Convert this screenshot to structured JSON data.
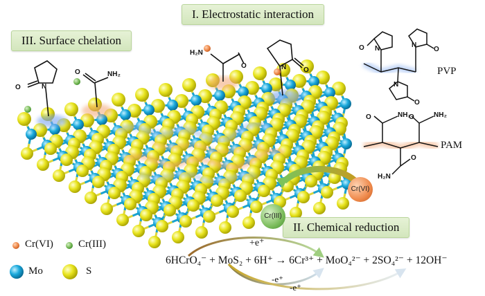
{
  "titles": {
    "electrostatic": "I. Electrostatic interaction",
    "chelation": "III. Surface chelation",
    "reduction": "II. Chemical reduction"
  },
  "polymers": {
    "pvp": "PVP",
    "pam": "PAM"
  },
  "groups": {
    "nh2": "NH₂",
    "h2n": "H₂N",
    "o": "O",
    "n": "N"
  },
  "ions": {
    "cr6": "Cr(VI)",
    "cr3": "Cr(III)"
  },
  "legend": {
    "cr6": "Cr(VI)",
    "cr3": "Cr(III)",
    "mo": "Mo",
    "s": "S"
  },
  "equation": {
    "plus_e": "+e⁺",
    "minus_e1": "-e⁺",
    "minus_e2": "-e⁺",
    "text": "6HCrO₄⁻ + MoS₂ + 6H⁺ → 6Cr³⁺ + MoO₄²⁻ + 2SO₄²⁻ + 12OH⁻"
  },
  "colors": {
    "cr6": "#ee8a4e",
    "cr3": "#77b85a",
    "mo": "#1aa9dc",
    "s": "#e4e01c",
    "label_bg": "#dcebc8",
    "pvp_glow": "#8fb5f2",
    "pam_glow": "#f5b98a"
  }
}
